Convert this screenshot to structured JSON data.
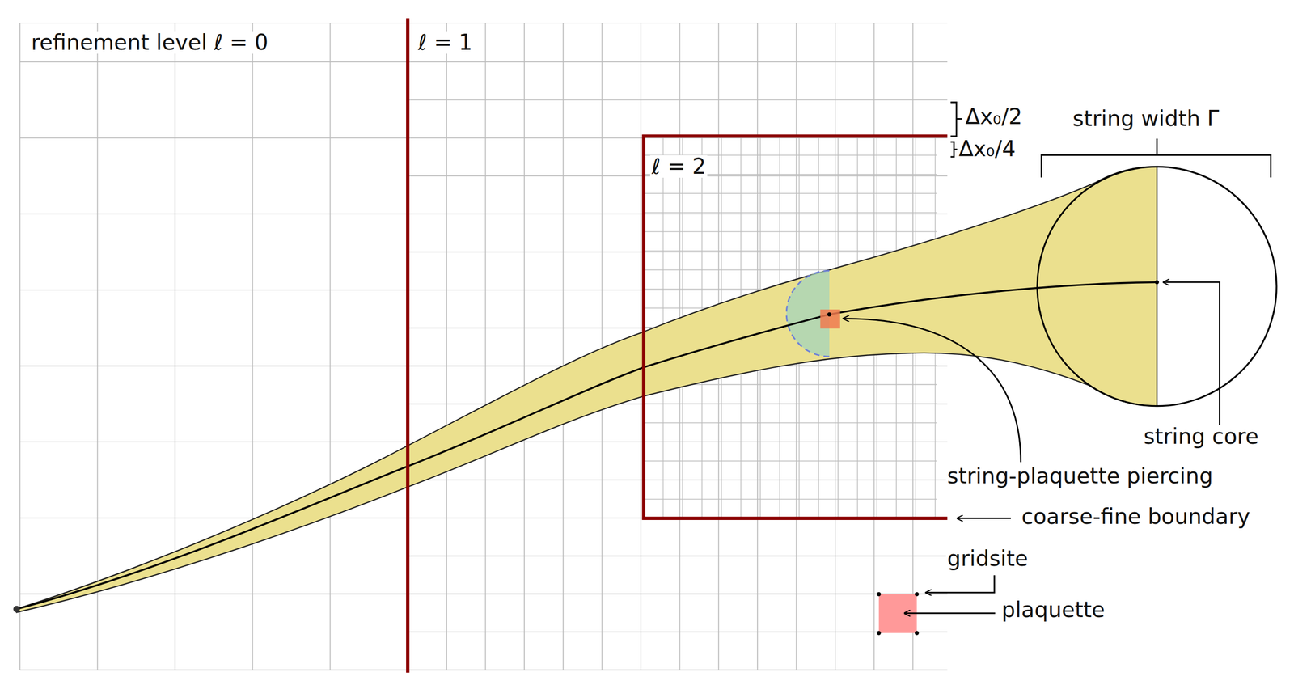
{
  "diagram": {
    "labels": [
      "refinement level ℓ = 0",
      "ℓ = 1",
      "ℓ = 2",
      "Δx₀/2",
      "Δx₀/4",
      "string width Γ",
      "string core",
      "string-plaquette piercing",
      "coarse-fine boundary",
      "gridsite",
      "plaquette"
    ]
  }
}
